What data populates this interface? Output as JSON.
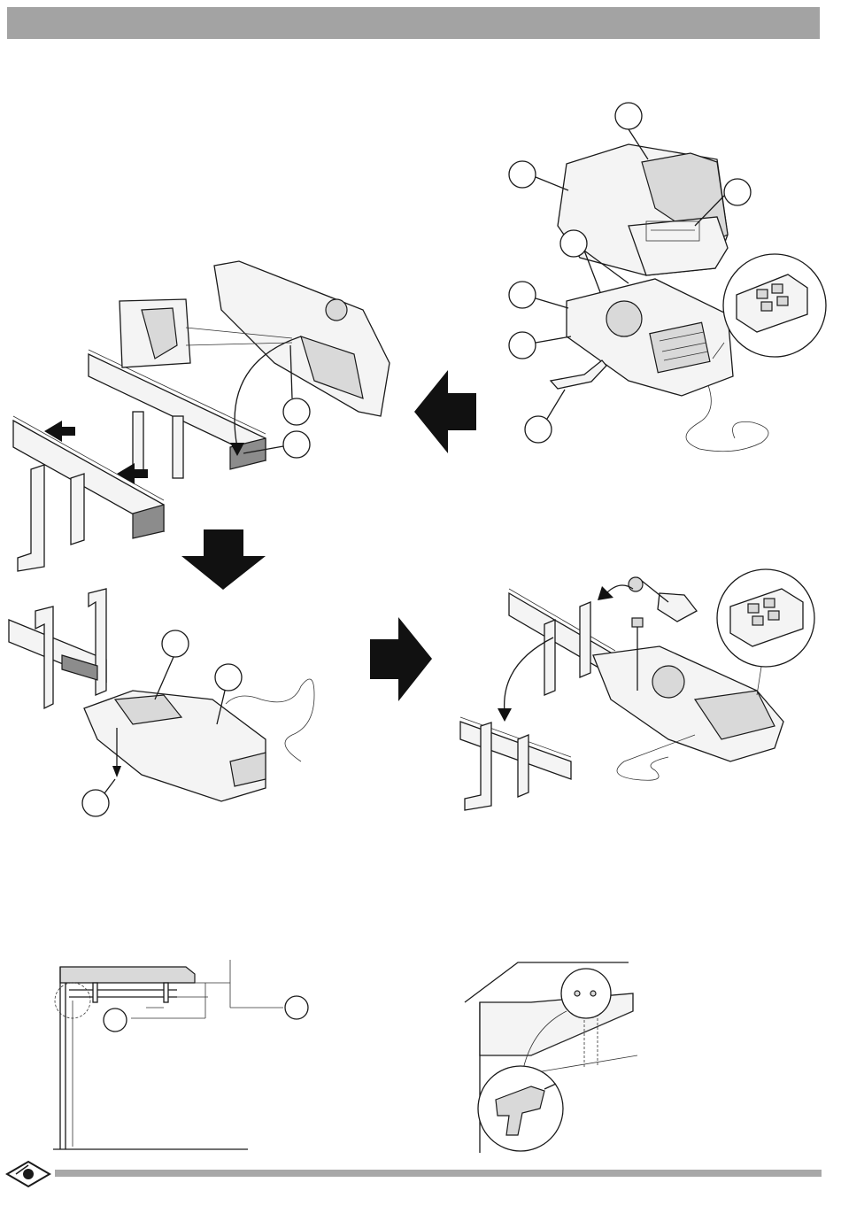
{
  "page": {
    "header_bar_color": "#a3a3a3",
    "footer_bar_color": "#a8a8a8",
    "accent": "#111111"
  },
  "figures": [
    {
      "name": "cover-and-base-exploded",
      "icons": [
        "cover",
        "control-board",
        "power-cord",
        "mounting-bracket",
        "remote-receiver-module"
      ]
    },
    {
      "name": "head-onto-rail-assembly",
      "icons": [
        "motor-head",
        "rail",
        "rack",
        "ceiling-brackets",
        "detail-inset"
      ]
    },
    {
      "name": "head-fixed-with-screw",
      "icons": [
        "motor-head",
        "rail",
        "screw",
        "power-cord"
      ]
    },
    {
      "name": "release-and-secure",
      "icons": [
        "hammer",
        "pin",
        "rail",
        "control-board",
        "remote-receiver-module"
      ]
    },
    {
      "name": "side-section-door-clearance",
      "icons": [
        "ceiling",
        "door",
        "rail",
        "dimension-lines"
      ]
    },
    {
      "name": "drill-wall-fixing",
      "icons": [
        "wall",
        "lintel",
        "drill",
        "fixing-holes"
      ]
    }
  ],
  "arrows": [
    "arrow-left",
    "arrow-down",
    "arrow-right"
  ]
}
